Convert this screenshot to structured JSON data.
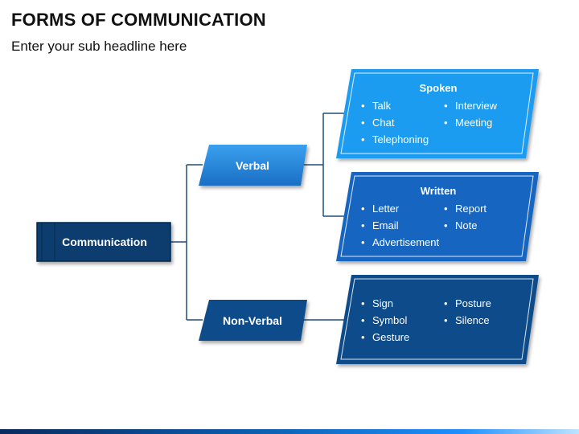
{
  "title": "FORMS OF COMMUNICATION",
  "subtitle": "Enter your sub headline here",
  "root": {
    "label": "Communication"
  },
  "branches": [
    {
      "label": "Verbal"
    },
    {
      "label": "Non-Verbal"
    }
  ],
  "cards": [
    {
      "title": "Spoken",
      "col1": [
        "Talk",
        "Chat",
        "Telephoning"
      ],
      "col2": [
        "Interview",
        "Meeting"
      ]
    },
    {
      "title": "Written",
      "col1": [
        "Letter",
        "Email",
        "Advertisement"
      ],
      "col2": [
        "Report",
        "Note"
      ]
    },
    {
      "title": "",
      "col1": [
        "Sign",
        "Symbol",
        "Gesture"
      ],
      "col2": [
        "Posture",
        "Silence"
      ]
    }
  ],
  "colors": {
    "navy": "#0b3d6e",
    "mid_blue": "#1565c0",
    "light_blue": "#1e9cf0",
    "connector": "#1f4e79"
  }
}
